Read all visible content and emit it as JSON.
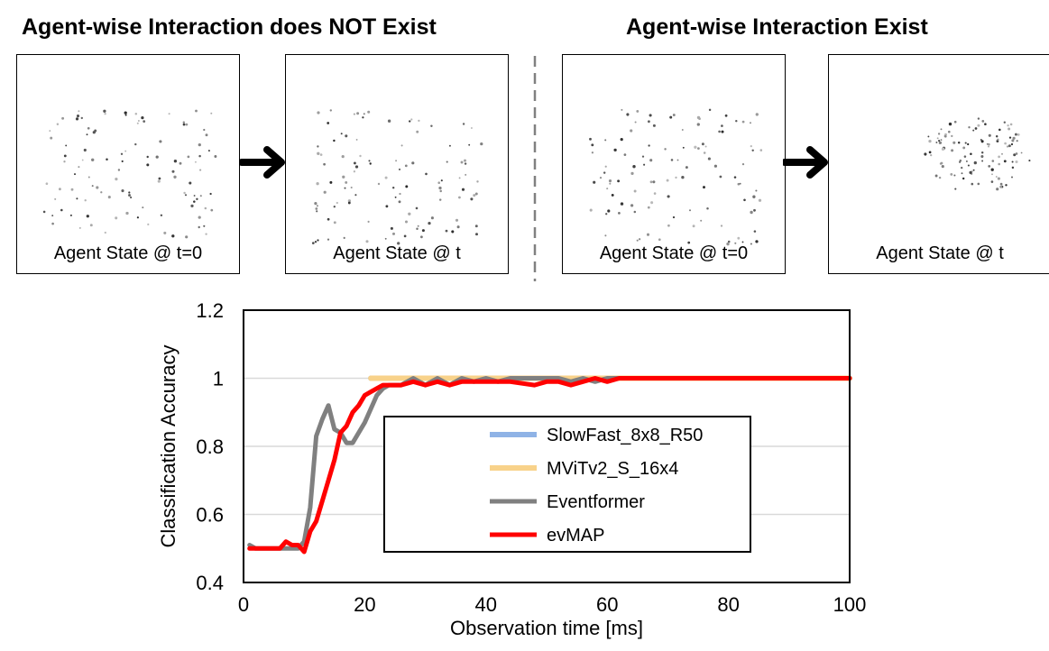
{
  "headings": {
    "left": "Agent-wise Interaction does NOT Exist",
    "right": "Agent-wise Interaction Exist"
  },
  "panels": [
    {
      "label": "Agent State @ t=0",
      "pattern": "scattered"
    },
    {
      "label": "Agent State @ t",
      "pattern": "scattered"
    },
    {
      "label": "Agent State @ t=0",
      "pattern": "scattered"
    },
    {
      "label": "Agent State @ t",
      "pattern": "clustered"
    }
  ],
  "icons": {
    "arrow": "right-arrow-icon"
  },
  "chart_data": {
    "type": "line",
    "title": "",
    "xlabel": "Observation time [ms]",
    "ylabel": "Classification Accuracy",
    "xlim": [
      0,
      100
    ],
    "ylim": [
      0.4,
      1.2
    ],
    "xticks": [
      0,
      20,
      40,
      60,
      80,
      100
    ],
    "yticks": [
      0.4,
      0.6,
      0.8,
      1,
      1.2
    ],
    "xtick_labels": [
      "0",
      "20",
      "40",
      "60",
      "80",
      "100"
    ],
    "ytick_labels": [
      "0.4",
      "0.6",
      "0.8",
      "1",
      "1.2"
    ],
    "grid": "horizontal",
    "legend_position": "center-right",
    "series": [
      {
        "name": "SlowFast_8x8_R50",
        "color": "#8fb3e6",
        "x": [
          21,
          100
        ],
        "y": [
          1,
          1
        ]
      },
      {
        "name": "MViTv2_S_16x4",
        "color": "#f8d28a",
        "x": [
          21,
          100
        ],
        "y": [
          1,
          1
        ]
      },
      {
        "name": "Eventformer",
        "color": "#808080",
        "x": [
          1,
          2,
          4,
          6,
          8,
          9,
          10,
          11,
          12,
          13,
          14,
          15,
          16,
          17,
          18,
          19,
          20,
          21,
          22,
          23,
          24,
          26,
          28,
          30,
          32,
          34,
          36,
          38,
          40,
          42,
          44,
          46,
          48,
          50,
          52,
          54,
          56,
          58,
          60,
          62,
          100
        ],
        "y": [
          0.51,
          0.5,
          0.5,
          0.5,
          0.5,
          0.5,
          0.52,
          0.62,
          0.83,
          0.88,
          0.92,
          0.85,
          0.84,
          0.81,
          0.81,
          0.84,
          0.87,
          0.91,
          0.95,
          0.97,
          0.98,
          0.98,
          1,
          0.98,
          1,
          0.98,
          1,
          0.99,
          1,
          0.99,
          1,
          1,
          1,
          1,
          1,
          0.99,
          1,
          0.99,
          1,
          1,
          1
        ]
      },
      {
        "name": "evMAP",
        "color": "#ff0000",
        "x": [
          1,
          3,
          5,
          6,
          7,
          8,
          9,
          10,
          11,
          12,
          13,
          14,
          15,
          16,
          17,
          18,
          19,
          20,
          21,
          22,
          23,
          24,
          26,
          28,
          30,
          32,
          34,
          36,
          38,
          40,
          44,
          48,
          50,
          52,
          54,
          56,
          58,
          60,
          62,
          100
        ],
        "y": [
          0.5,
          0.5,
          0.5,
          0.5,
          0.52,
          0.51,
          0.51,
          0.49,
          0.55,
          0.58,
          0.64,
          0.7,
          0.76,
          0.84,
          0.86,
          0.9,
          0.92,
          0.95,
          0.96,
          0.97,
          0.98,
          0.98,
          0.98,
          0.99,
          0.98,
          0.99,
          0.98,
          0.99,
          0.99,
          0.99,
          0.99,
          0.98,
          0.99,
          0.99,
          0.98,
          0.99,
          1,
          0.99,
          1,
          1
        ]
      }
    ]
  }
}
